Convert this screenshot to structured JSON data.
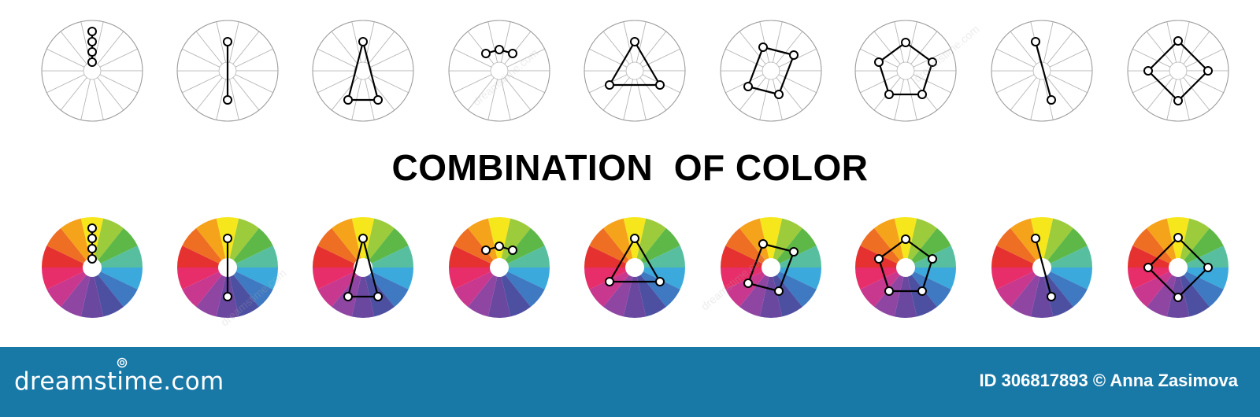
{
  "title": "COMBINATION  OF COLOR",
  "footer": {
    "brand": "dreamstime.com",
    "id_label": "ID 306817893",
    "copyright_symbol": "©",
    "author": "Anna Zasimova",
    "background": "#1878a6"
  },
  "wheel_colors": [
    "#f6e71c",
    "#9ccc3c",
    "#5db847",
    "#57bfa0",
    "#3ba9dc",
    "#3f79c1",
    "#4d4fa1",
    "#6a48a0",
    "#8f46a3",
    "#c8388e",
    "#e72d6a",
    "#e5312f",
    "#ee6f23",
    "#f6a31c"
  ],
  "schemes": [
    {
      "name": "monochromatic-scheme"
    },
    {
      "name": "complementary-scheme"
    },
    {
      "name": "split-complementary-scheme"
    },
    {
      "name": "analogous-scheme"
    },
    {
      "name": "triadic-scheme"
    },
    {
      "name": "rectangle-tetradic-scheme"
    },
    {
      "name": "pentagon-scheme"
    },
    {
      "name": "near-complementary-scheme"
    },
    {
      "name": "square-tetradic-scheme"
    }
  ]
}
